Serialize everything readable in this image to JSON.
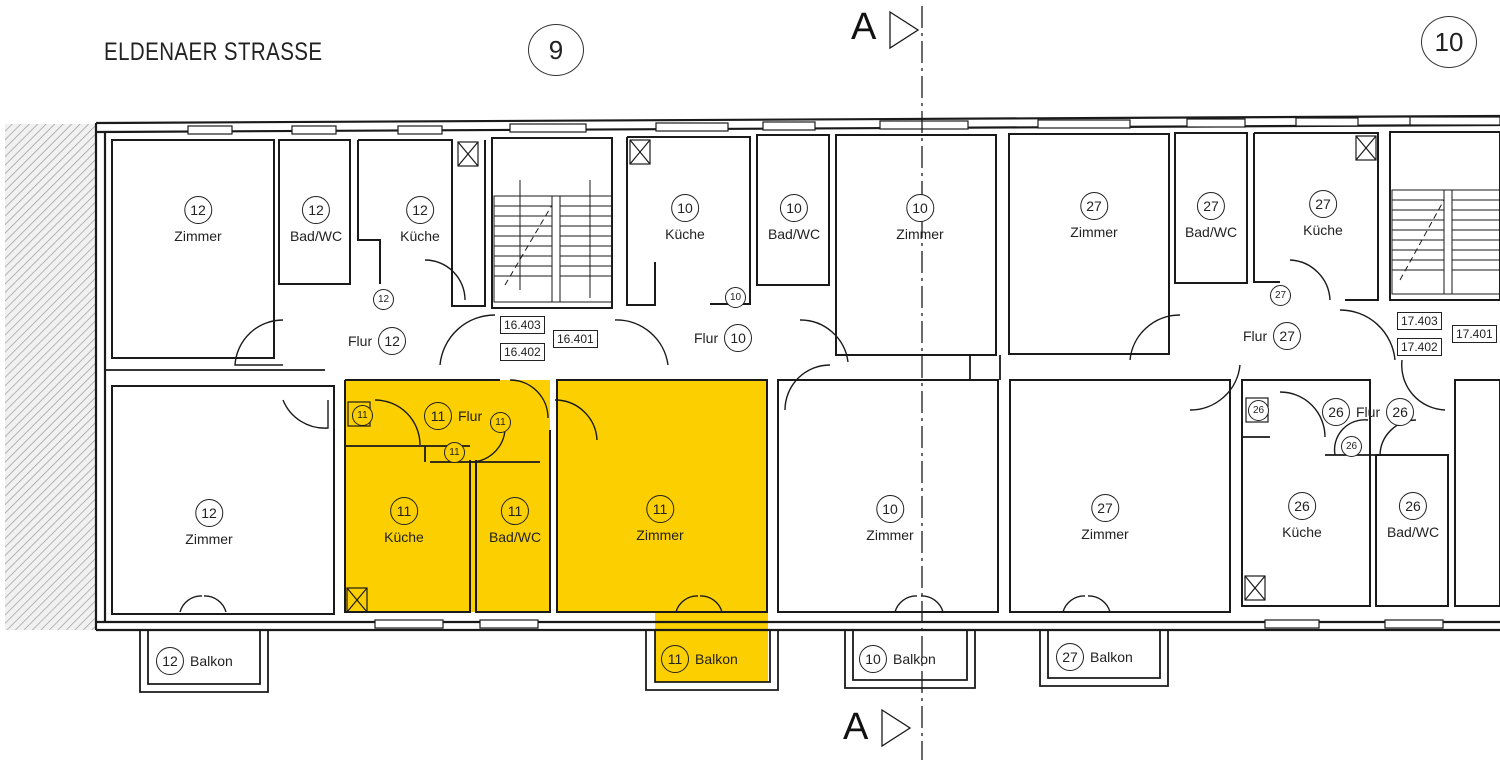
{
  "street": "ELDENAER STRASSE",
  "section_marker": "A",
  "house_numbers": [
    "9",
    "10"
  ],
  "levels": [
    "16.403",
    "16.402",
    "16.401",
    "17.403",
    "17.402",
    "17.401"
  ],
  "highlight_color": "#fcd000",
  "apartments": [
    {
      "num": "12",
      "rooms": [
        "Zimmer",
        "Bad/WC",
        "Küche",
        "Flur",
        "Zimmer",
        "Balkon"
      ]
    },
    {
      "num": "11",
      "highlighted": true,
      "rooms": [
        "Flur",
        "Küche",
        "Bad/WC",
        "Zimmer",
        "Balkon"
      ]
    },
    {
      "num": "10",
      "rooms": [
        "Küche",
        "Bad/WC",
        "Zimmer",
        "Flur",
        "Zimmer",
        "Balkon"
      ]
    },
    {
      "num": "27",
      "rooms": [
        "Zimmer",
        "Bad/WC",
        "Küche",
        "Flur",
        "Zimmer",
        "Balkon"
      ]
    },
    {
      "num": "26",
      "rooms": [
        "Flur",
        "Küche",
        "Bad/WC"
      ]
    }
  ]
}
